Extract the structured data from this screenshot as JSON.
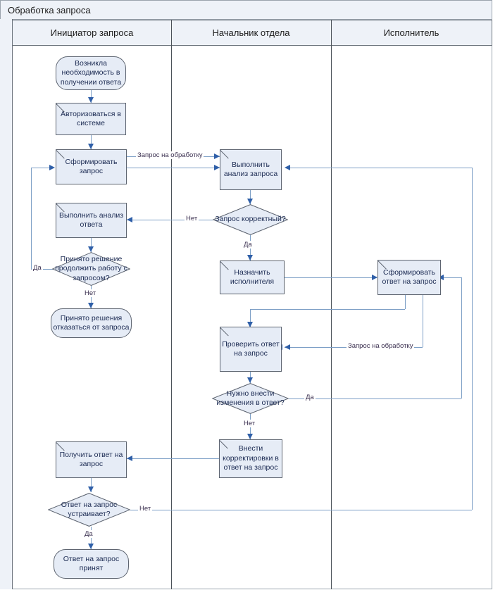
{
  "diagram": {
    "title": "Обработка запроса",
    "type": "flowchart-swimlane",
    "colors": {
      "node_fill": "#e6ecf6",
      "node_stroke": "#5d6470",
      "connector": "#7d9fc6",
      "arrowhead": "#2f5fa8",
      "lane_header_fill": "#eef2f8",
      "text": "#1b2a52"
    },
    "lanes": [
      {
        "id": "initiator",
        "label": "Инициатор запроса"
      },
      {
        "id": "manager",
        "label": "Начальник отдела"
      },
      {
        "id": "executor",
        "label": "Исполнитель"
      }
    ],
    "nodes": [
      {
        "id": "n1",
        "lane": "initiator",
        "shape": "terminator",
        "label": "Возникла необходимость в получении ответа"
      },
      {
        "id": "n2",
        "lane": "initiator",
        "shape": "process",
        "label": "Авторизоваться в системе"
      },
      {
        "id": "n3",
        "lane": "initiator",
        "shape": "process",
        "label": "Сформировать запрос"
      },
      {
        "id": "n4",
        "lane": "initiator",
        "shape": "process",
        "label": "Выполнить анализ ответа"
      },
      {
        "id": "n5",
        "lane": "initiator",
        "shape": "decision",
        "label": "Принято решение продолжить работу с запросом?"
      },
      {
        "id": "n6",
        "lane": "initiator",
        "shape": "terminator",
        "label": "Принято решения отказаться от запроса"
      },
      {
        "id": "n7",
        "lane": "initiator",
        "shape": "process",
        "label": "Получить ответ на запрос"
      },
      {
        "id": "n8",
        "lane": "initiator",
        "shape": "decision",
        "label": "Ответ на запрос устраивает?"
      },
      {
        "id": "n9",
        "lane": "initiator",
        "shape": "terminator",
        "label": "Ответ на запрос принят"
      },
      {
        "id": "n10",
        "lane": "manager",
        "shape": "process",
        "label": "Выполнить анализ запроса"
      },
      {
        "id": "n11",
        "lane": "manager",
        "shape": "decision",
        "label": "Запрос корректный?"
      },
      {
        "id": "n12",
        "lane": "manager",
        "shape": "process",
        "label": "Назначить исполнителя"
      },
      {
        "id": "n13",
        "lane": "manager",
        "shape": "process",
        "label": "Проверить ответ на запрос"
      },
      {
        "id": "n14",
        "lane": "manager",
        "shape": "decision",
        "label": "Нужно внести изменения в ответ?"
      },
      {
        "id": "n15",
        "lane": "manager",
        "shape": "process",
        "label": "Внести корректировки в ответ на запрос"
      },
      {
        "id": "n16",
        "lane": "executor",
        "shape": "process",
        "label": "Сформировать ответ на запрос"
      }
    ],
    "edge_labels": {
      "req_to_processing_top": "Запрос на обработку",
      "not_correct": "Нет",
      "correct_yes": "Да",
      "continue_yes": "Да",
      "continue_no": "Нет",
      "changes_yes": "Да",
      "changes_no": "Нет",
      "req_to_processing_mid": "Запрос на обработку",
      "answer_ok_no": "Нет",
      "answer_ok_yes": "Да"
    }
  }
}
